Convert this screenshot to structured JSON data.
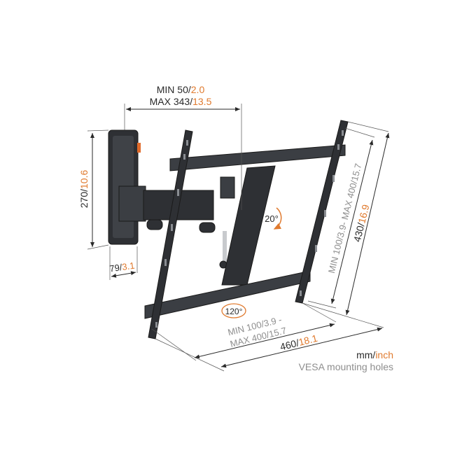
{
  "dimensions": {
    "depth_min": {
      "mm": "MIN 50/",
      "inch": "2.0"
    },
    "depth_max": {
      "mm": "MAX 343/",
      "inch": "13.5"
    },
    "wallplate_height": {
      "mm": "270/",
      "inch": "10.6"
    },
    "wallplate_width": {
      "mm": "79/",
      "inch": "3.1"
    },
    "vesa_vertical": "MIN 100/3.9- MAX 400/15.7",
    "frame_height": {
      "mm": "430/",
      "inch": "16.9"
    },
    "vesa_horizontal_line1": "MIN 100/3.9 -",
    "vesa_horizontal_line2": "MAX 400/15.7",
    "frame_width": {
      "mm": "460/",
      "inch": "18.1"
    },
    "tilt": "20°",
    "swivel": "120°"
  },
  "legend": {
    "mm": "mm/",
    "inch": "inch",
    "note": "VESA mounting holes"
  },
  "colors": {
    "text": "#2a2a2a",
    "inch": "#e07a2e",
    "vesa": "#8e8e8e",
    "metal": "#2e3034"
  }
}
